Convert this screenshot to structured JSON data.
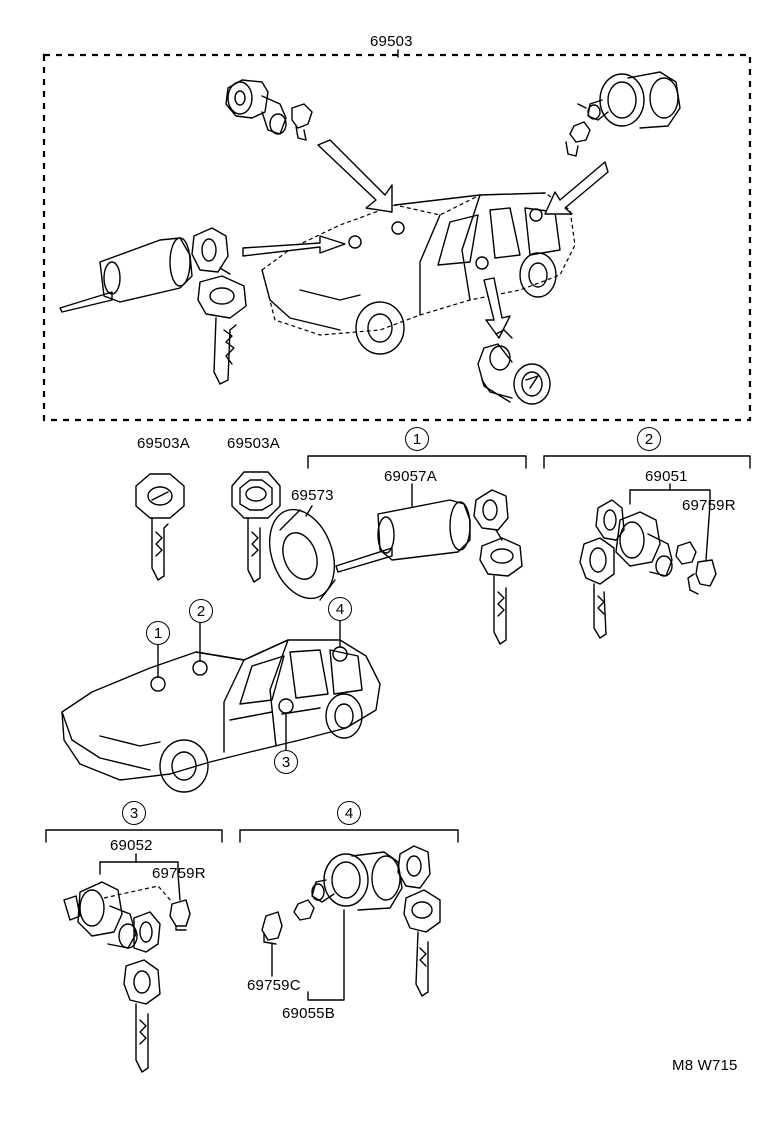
{
  "labels": {
    "assembly": "69503",
    "key_left": "69503A",
    "key_right": "69503A",
    "washer": "69573",
    "ignition_cylinder": "69057A",
    "front_door_cylinder": "69051",
    "front_door_clip": "69759R",
    "rear_door_cylinder": "69052",
    "rear_door_clip": "69759R",
    "back_door_clip": "69759C",
    "back_door_cylinder": "69055B",
    "ref_code": "M8 W715"
  },
  "callouts": {
    "one": "1",
    "two": "2",
    "three": "3",
    "four": "4"
  }
}
